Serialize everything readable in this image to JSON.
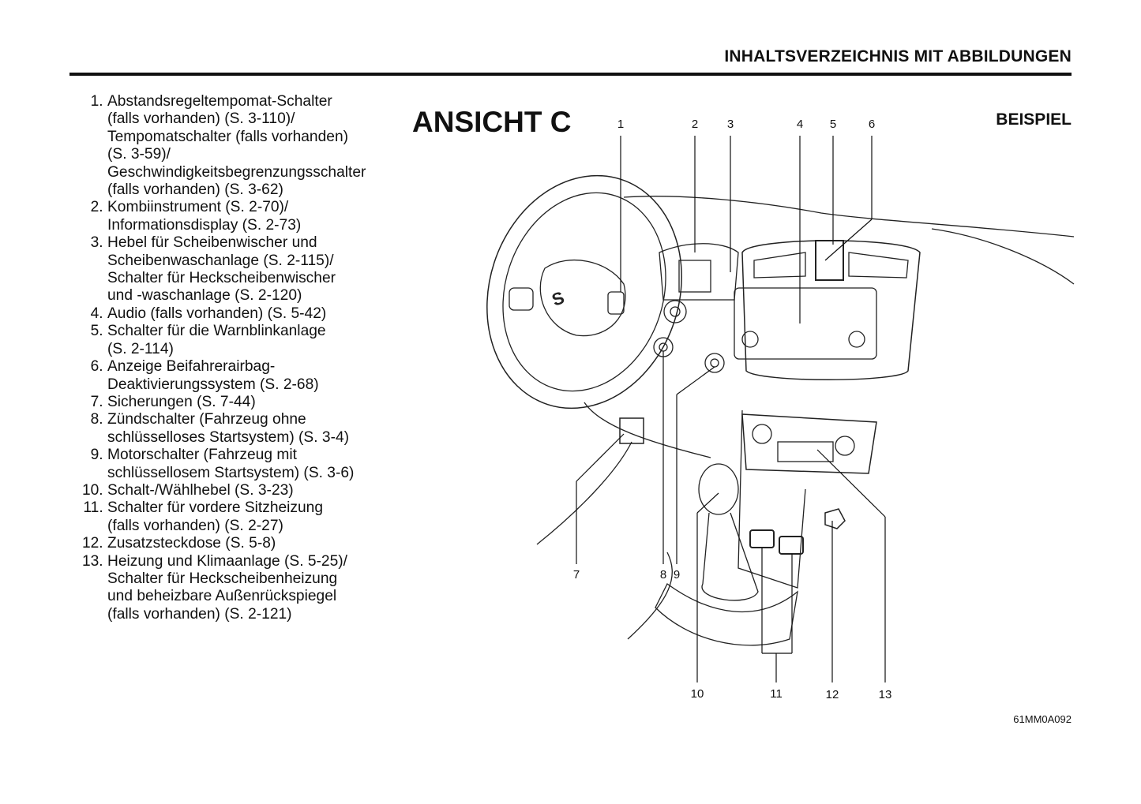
{
  "header": {
    "title": "INHALTSVERZEICHNIS MIT ABBILDUNGEN"
  },
  "figure": {
    "title": "ANSICHT C",
    "note": "BEISPIEL",
    "code": "61MM0A092",
    "callouts": [
      "1",
      "2",
      "3",
      "4",
      "5",
      "6",
      "7",
      "8",
      "9",
      "10",
      "11",
      "12",
      "13"
    ]
  },
  "items": [
    {
      "num": "1.",
      "text": "Abstandsregeltempomat-Schalter\n(falls vorhanden) (S. 3-110)/\nTempomatschalter (falls vorhanden)\n(S. 3-59)/\nGeschwindigkeitsbegrenzungsschalter\n(falls vorhanden) (S. 3-62)"
    },
    {
      "num": "2.",
      "text": "Kombiinstrument (S. 2-70)/\nInformationsdisplay (S. 2-73)"
    },
    {
      "num": "3.",
      "text": "Hebel für Scheibenwischer und\nScheibenwaschanlage (S. 2-115)/\nSchalter für Heckscheibenwischer\nund -waschanlage (S. 2-120)"
    },
    {
      "num": "4.",
      "text": "Audio (falls vorhanden) (S. 5-42)"
    },
    {
      "num": "5.",
      "text": "Schalter für die Warnblinkanlage\n(S. 2-114)"
    },
    {
      "num": "6.",
      "text": "Anzeige Beifahrerairbag-\nDeaktivierungssystem (S. 2-68)"
    },
    {
      "num": "7.",
      "text": "Sicherungen (S. 7-44)"
    },
    {
      "num": "8.",
      "text": "Zündschalter (Fahrzeug ohne\nschlüsselloses Startsystem) (S. 3-4)"
    },
    {
      "num": "9.",
      "text": "Motorschalter (Fahrzeug mit\nschlüssellosem Startsystem) (S. 3-6)"
    },
    {
      "num": "10.",
      "text": "Schalt-/Wählhebel (S. 3-23)"
    },
    {
      "num": "11.",
      "text": "Schalter für vordere Sitzheizung\n(falls vorhanden) (S. 2-27)"
    },
    {
      "num": "12.",
      "text": "Zusatzsteckdose (S. 5-8)"
    },
    {
      "num": "13.",
      "text": "Heizung und Klimaanlage (S. 5-25)/\nSchalter für Heckscheibenheizung\nund beheizbare Außenrückspiegel\n(falls vorhanden) (S. 2-121)"
    }
  ]
}
